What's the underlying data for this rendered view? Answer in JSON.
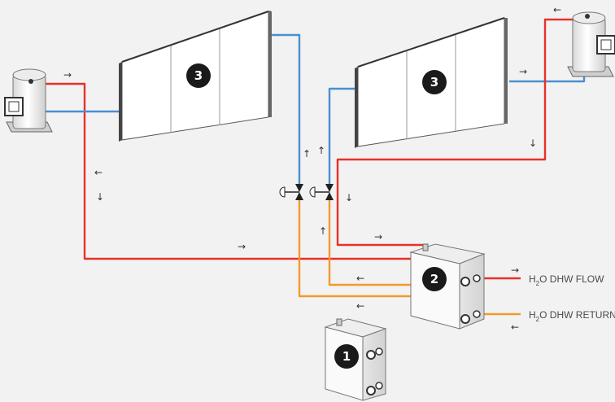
{
  "colors": {
    "hot_pipe": "#e8302a",
    "cold_pipe": "#4a8fd0",
    "dhw_return_pipe": "#f39a2c",
    "badge": "#1a1a1a",
    "panel": "#ffffff",
    "panel_edge": "#555555"
  },
  "badges": {
    "collector_left": "3",
    "collector_right": "3",
    "unit_main": "2",
    "unit_spare": "1"
  },
  "labels": {
    "flow": {
      "pre": "H",
      "sub": "2",
      "post": "O DHW FLOW"
    },
    "return": {
      "pre": "H",
      "sub": "2",
      "post": "O DHW RETURN"
    }
  },
  "arrows": {
    "right": "→",
    "left": "←",
    "up": "↑",
    "down": "↓"
  },
  "icons": [
    "compressor-icon",
    "solar-collector-icon",
    "three-way-valve-icon",
    "heat-exchanger-unit-icon"
  ]
}
